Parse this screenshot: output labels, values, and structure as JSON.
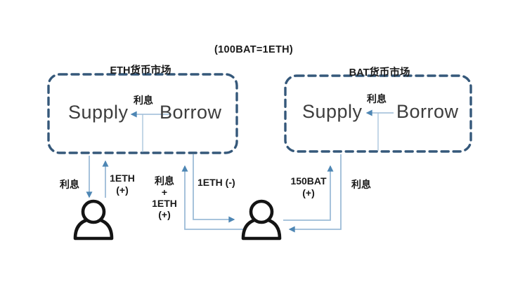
{
  "header": {
    "exchange_rate": "(100BAT=1ETH)"
  },
  "eth_market": {
    "title": "ETH货币市场",
    "supply": "Supply",
    "borrow": "Borrow",
    "interest": "利息"
  },
  "bat_market": {
    "title": "BAT货币市场",
    "supply": "Supply",
    "borrow": "Borrow",
    "interest": "利息"
  },
  "flows": {
    "user1_interest": "利息",
    "user1_deposit": {
      "amount": "1ETH",
      "sign": "(+)"
    },
    "user2_repay": {
      "lines": [
        "利息",
        "+",
        "1ETH",
        "(+)"
      ]
    },
    "user2_borrow": "1ETH (-)",
    "user2_deposit": {
      "amount": "150BAT",
      "sign": "(+)"
    },
    "user2_interest": "利息"
  },
  "colors": {
    "box_border": "#35587a",
    "arrow_line": "#9cbcd7",
    "arrow_head": "#4e86b4",
    "person": "#141414",
    "text": "#1a1a1a",
    "large_text": "#3d3d3d"
  }
}
